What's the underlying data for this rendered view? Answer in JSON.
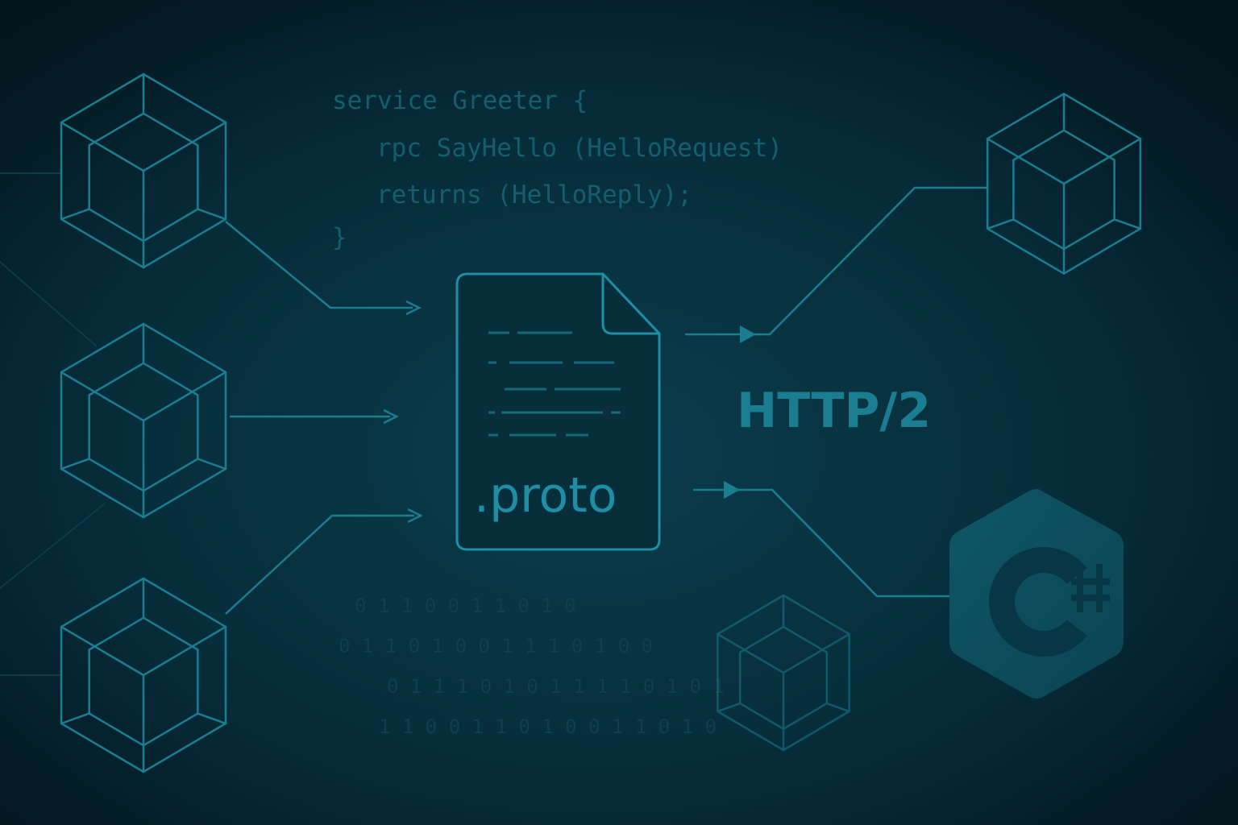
{
  "code": {
    "lines": [
      "service Greeter {",
      "rpc SayHello (HelloRequest)",
      "returns (HelloReply);",
      "}"
    ]
  },
  "document": {
    "label": ".proto"
  },
  "protocol": {
    "label": "HTTP/2"
  },
  "logo": {
    "name": "csharp-logo",
    "text": "C#"
  },
  "binary": {
    "rows": [
      "0  1  1 0 0 1  1 0 1 0",
      "0 1 1 0 1 0 0 1 1 1 0 1 0 0",
      "0 1 1 1 0 1 0 1 1 1 1 0 1 0 1",
      "1 1 0 0 1 1 0 1 0 0 1 1 0 1 0"
    ]
  },
  "colors": {
    "background": "#04161f",
    "accent": "#1a7d90",
    "logo": "#0f5566"
  }
}
